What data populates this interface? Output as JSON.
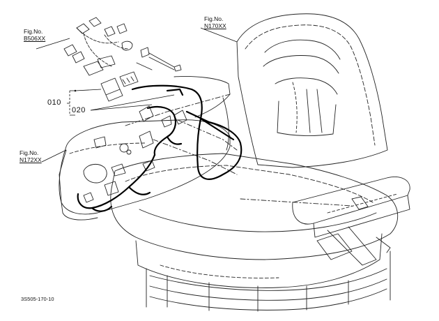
{
  "labels": {
    "fig_b506": {
      "title": "Fig.No.",
      "ref": "B506XX"
    },
    "fig_n170": {
      "title": "Fig.No.",
      "ref": "N170XX"
    },
    "fig_n172": {
      "title": "Fig.No.",
      "ref": "N172XX"
    },
    "part_010": "010",
    "part_020": "020",
    "drawing_id": "3S505-170-10"
  }
}
